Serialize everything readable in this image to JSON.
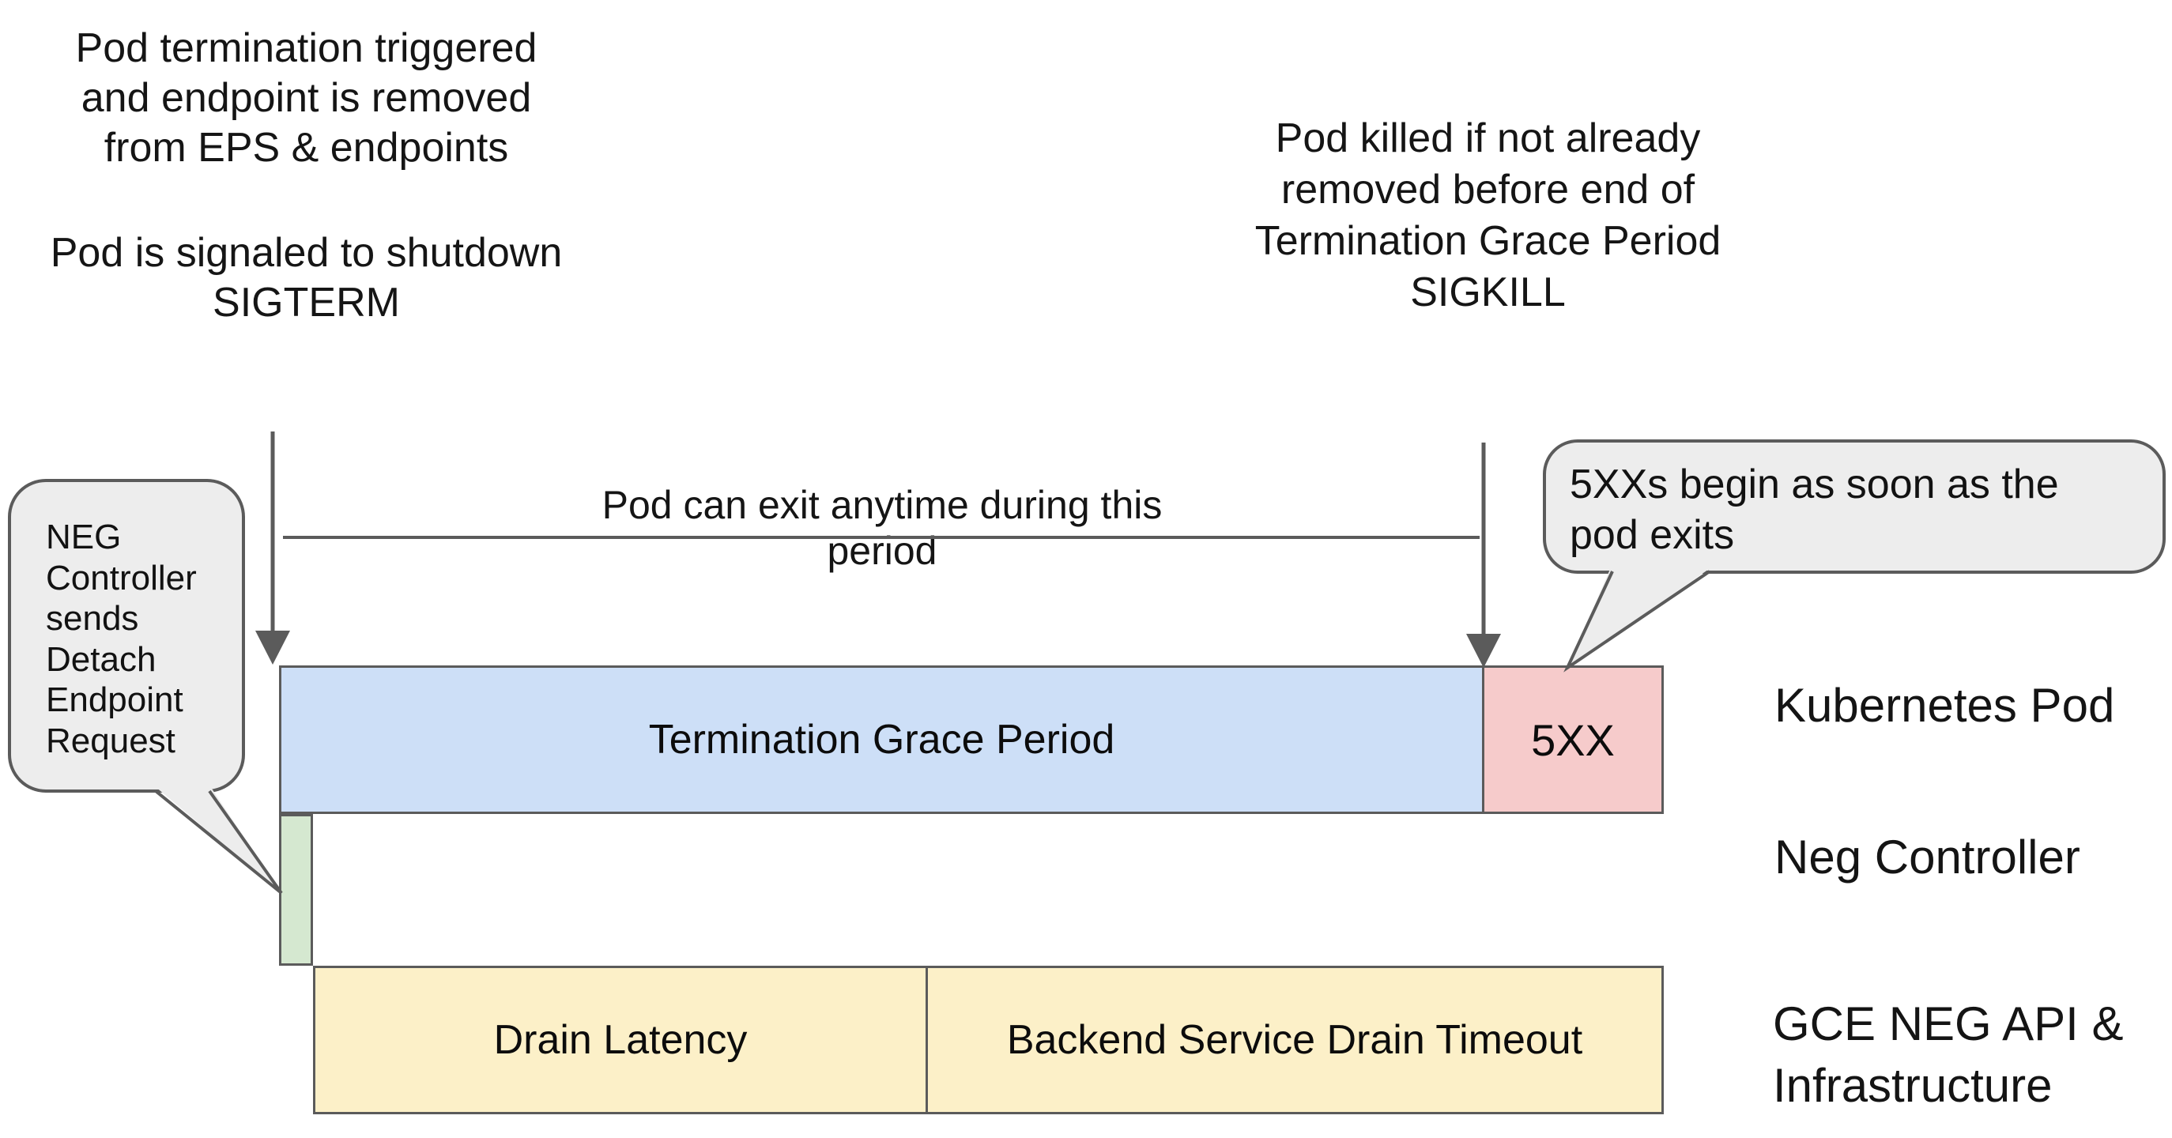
{
  "annotations": {
    "top_left_para1": "Pod termination triggered\nand endpoint is removed\nfrom EPS & endpoints",
    "top_left_para2": "Pod is signaled to shutdown\nSIGTERM",
    "top_right": "Pod killed if not already\nremoved before end of\nTermination Grace Period\nSIGKILL",
    "period_label": "Pod can exit anytime during this period"
  },
  "callouts": {
    "neg_controller_tip": "NEG\nController\nsends\nDetach\nEndpoint\nRequest",
    "five_xx_tip": "5XXs begin as soon as the\npod exits"
  },
  "bars": {
    "termination_grace_period": "Termination Grace Period",
    "five_xx": "5XX",
    "drain_latency": "Drain Latency",
    "backend_service_drain_timeout": "Backend Service Drain Timeout"
  },
  "row_labels": {
    "kubernetes_pod": "Kubernetes Pod",
    "neg_controller": "Neg Controller",
    "gce_neg_api": "GCE NEG API &\nInfrastructure"
  },
  "colors": {
    "blue": "#cddff7",
    "red": "#f6cbcb",
    "green": "#d5e8d0",
    "yellow": "#fcf0c8",
    "bubble": "#ededed",
    "line": "#5b5b5b"
  }
}
